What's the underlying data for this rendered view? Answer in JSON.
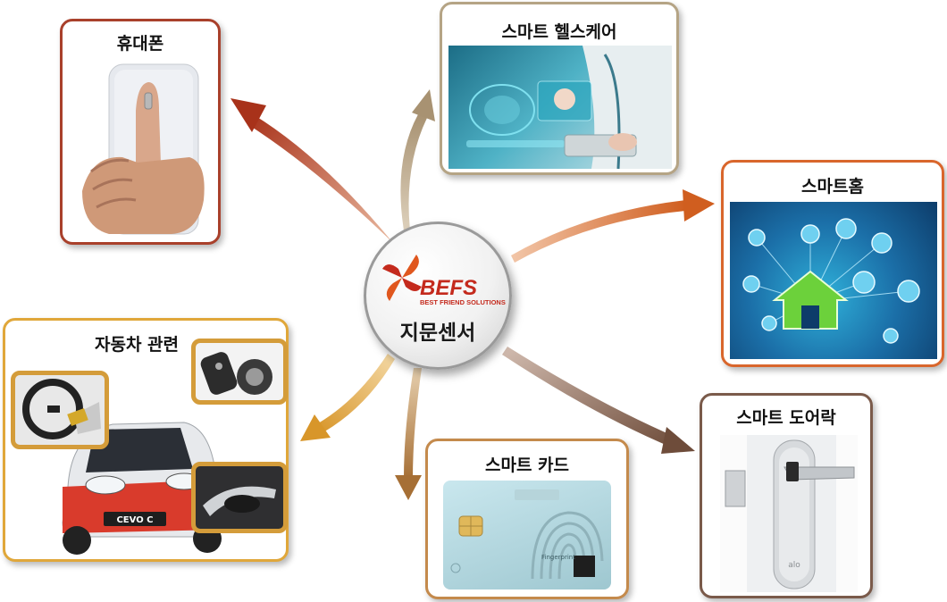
{
  "center": {
    "brand": "BEFS",
    "brand_sub": "BEST FRIEND SOLUTIONS",
    "title": "지문센서"
  },
  "applications": [
    {
      "title": "휴대폰",
      "border_color": "#a9402b",
      "arrow_color": "#b5441e"
    },
    {
      "title": "스마트 헬스케어",
      "border_color": "#b5a485",
      "arrow_color": "#b09a78"
    },
    {
      "title": "스마트홈",
      "border_color": "#d9662c",
      "arrow_color": "#d4682a"
    },
    {
      "title": "자동차 관련",
      "border_color": "#e0a73a",
      "arrow_color": "#d99b30"
    },
    {
      "title": "스마트 카드",
      "border_color": "#c48a4c",
      "arrow_color": "#a8753d"
    },
    {
      "title": "스마트 도어락",
      "border_color": "#7a5a4a",
      "arrow_color": "#7a5644"
    }
  ],
  "images": {
    "car_badge": "CEVO C",
    "card_print_label": "Fingerprint",
    "lock_brand": "alo"
  }
}
